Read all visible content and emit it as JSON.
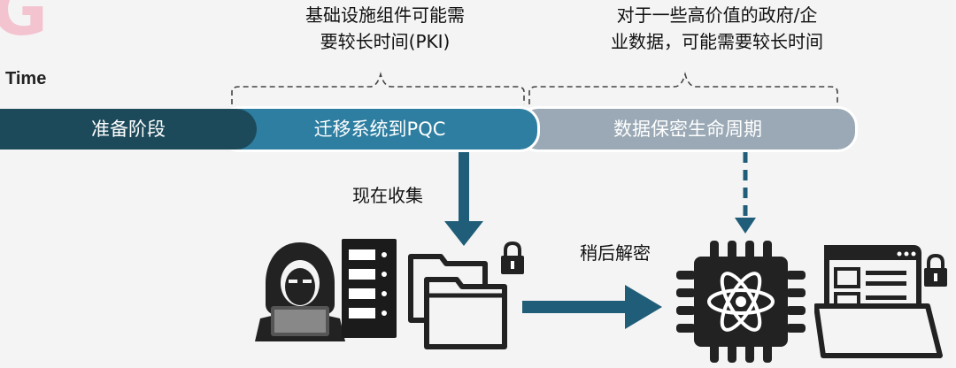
{
  "notes": {
    "infrastructure_line1": "基础设施组件可能需",
    "infrastructure_line2": "要较长时间(PKI)",
    "data_line1": "对于一些高价值的政府/企",
    "data_line2": "业数据，可能需要较长时间"
  },
  "time_label": "Time",
  "phases": {
    "prepare": "准备阶段",
    "migrate": "迁移系统到PQC",
    "lifecycle": "数据保密生命周期"
  },
  "actions": {
    "collect_now": "现在收集",
    "decrypt_later": "稍后解密"
  },
  "icons": [
    "hacker-icon",
    "server-icon",
    "folders-icon",
    "lock-icon",
    "quantum-chip-icon",
    "browser-icon"
  ],
  "colors": {
    "dark_teal": "#1d4a5b",
    "mid_blue": "#2d7ea1",
    "grey_blue": "#9aa9b5",
    "arrow": "#1f5d78"
  }
}
